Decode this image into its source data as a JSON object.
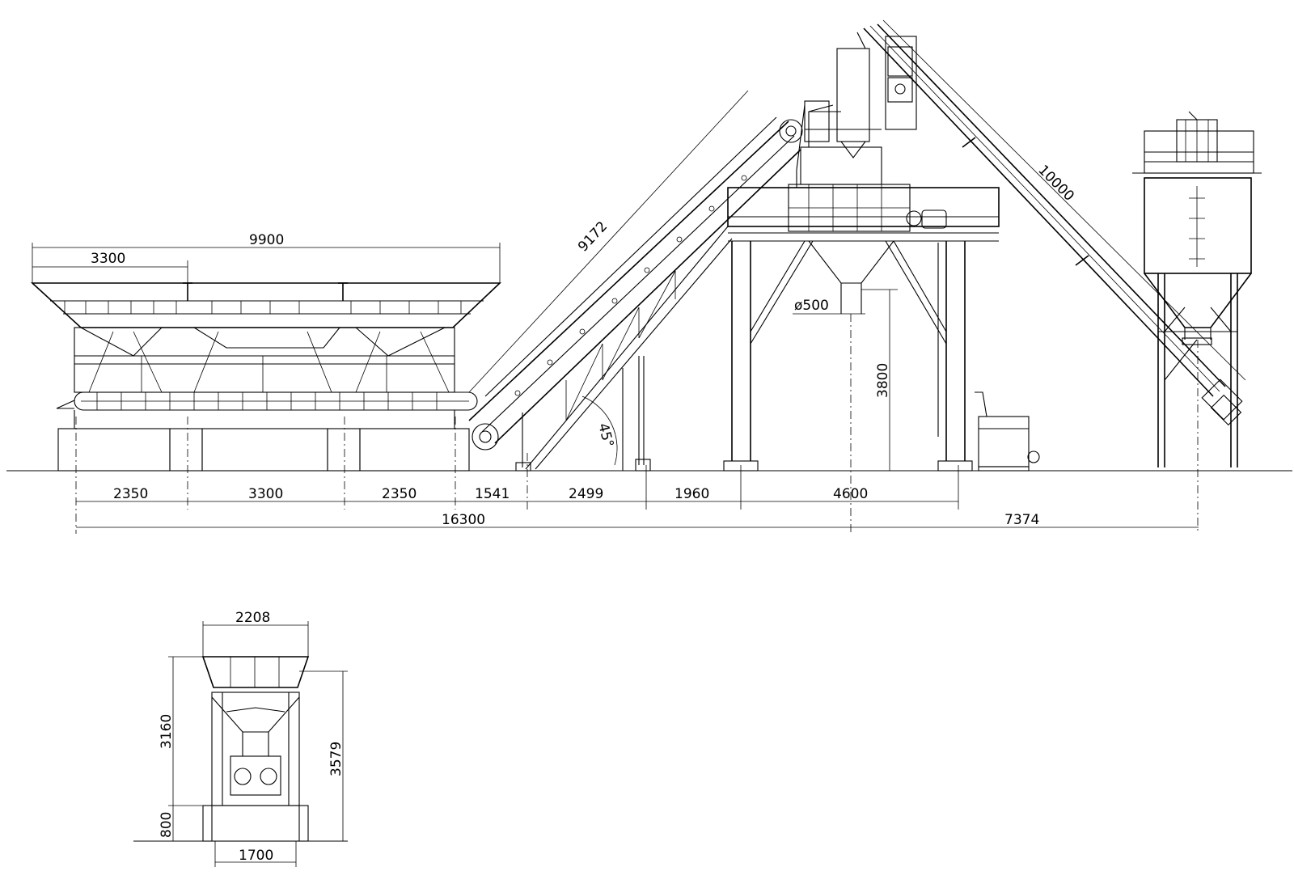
{
  "dimensions": {
    "hopper_total_width": "9900",
    "hopper_bin_width": "3300",
    "belt_conveyor_length": "9172",
    "conveyor_angle": "45°",
    "screw_conveyor_length": "10000",
    "discharge_diameter": "ø500",
    "discharge_height": "3800",
    "base_span_1": "2350",
    "base_span_2": "3300",
    "base_span_3": "2350",
    "base_span_4": "1541",
    "base_span_5": "2499",
    "base_span_6": "1960",
    "mixer_span": "4600",
    "overall_length_left": "16300",
    "overall_length_right": "7374",
    "side_top_width": "2208",
    "side_height_upper": "3160",
    "side_height_total": "3579",
    "side_base_height": "800",
    "side_base_width": "1700"
  }
}
